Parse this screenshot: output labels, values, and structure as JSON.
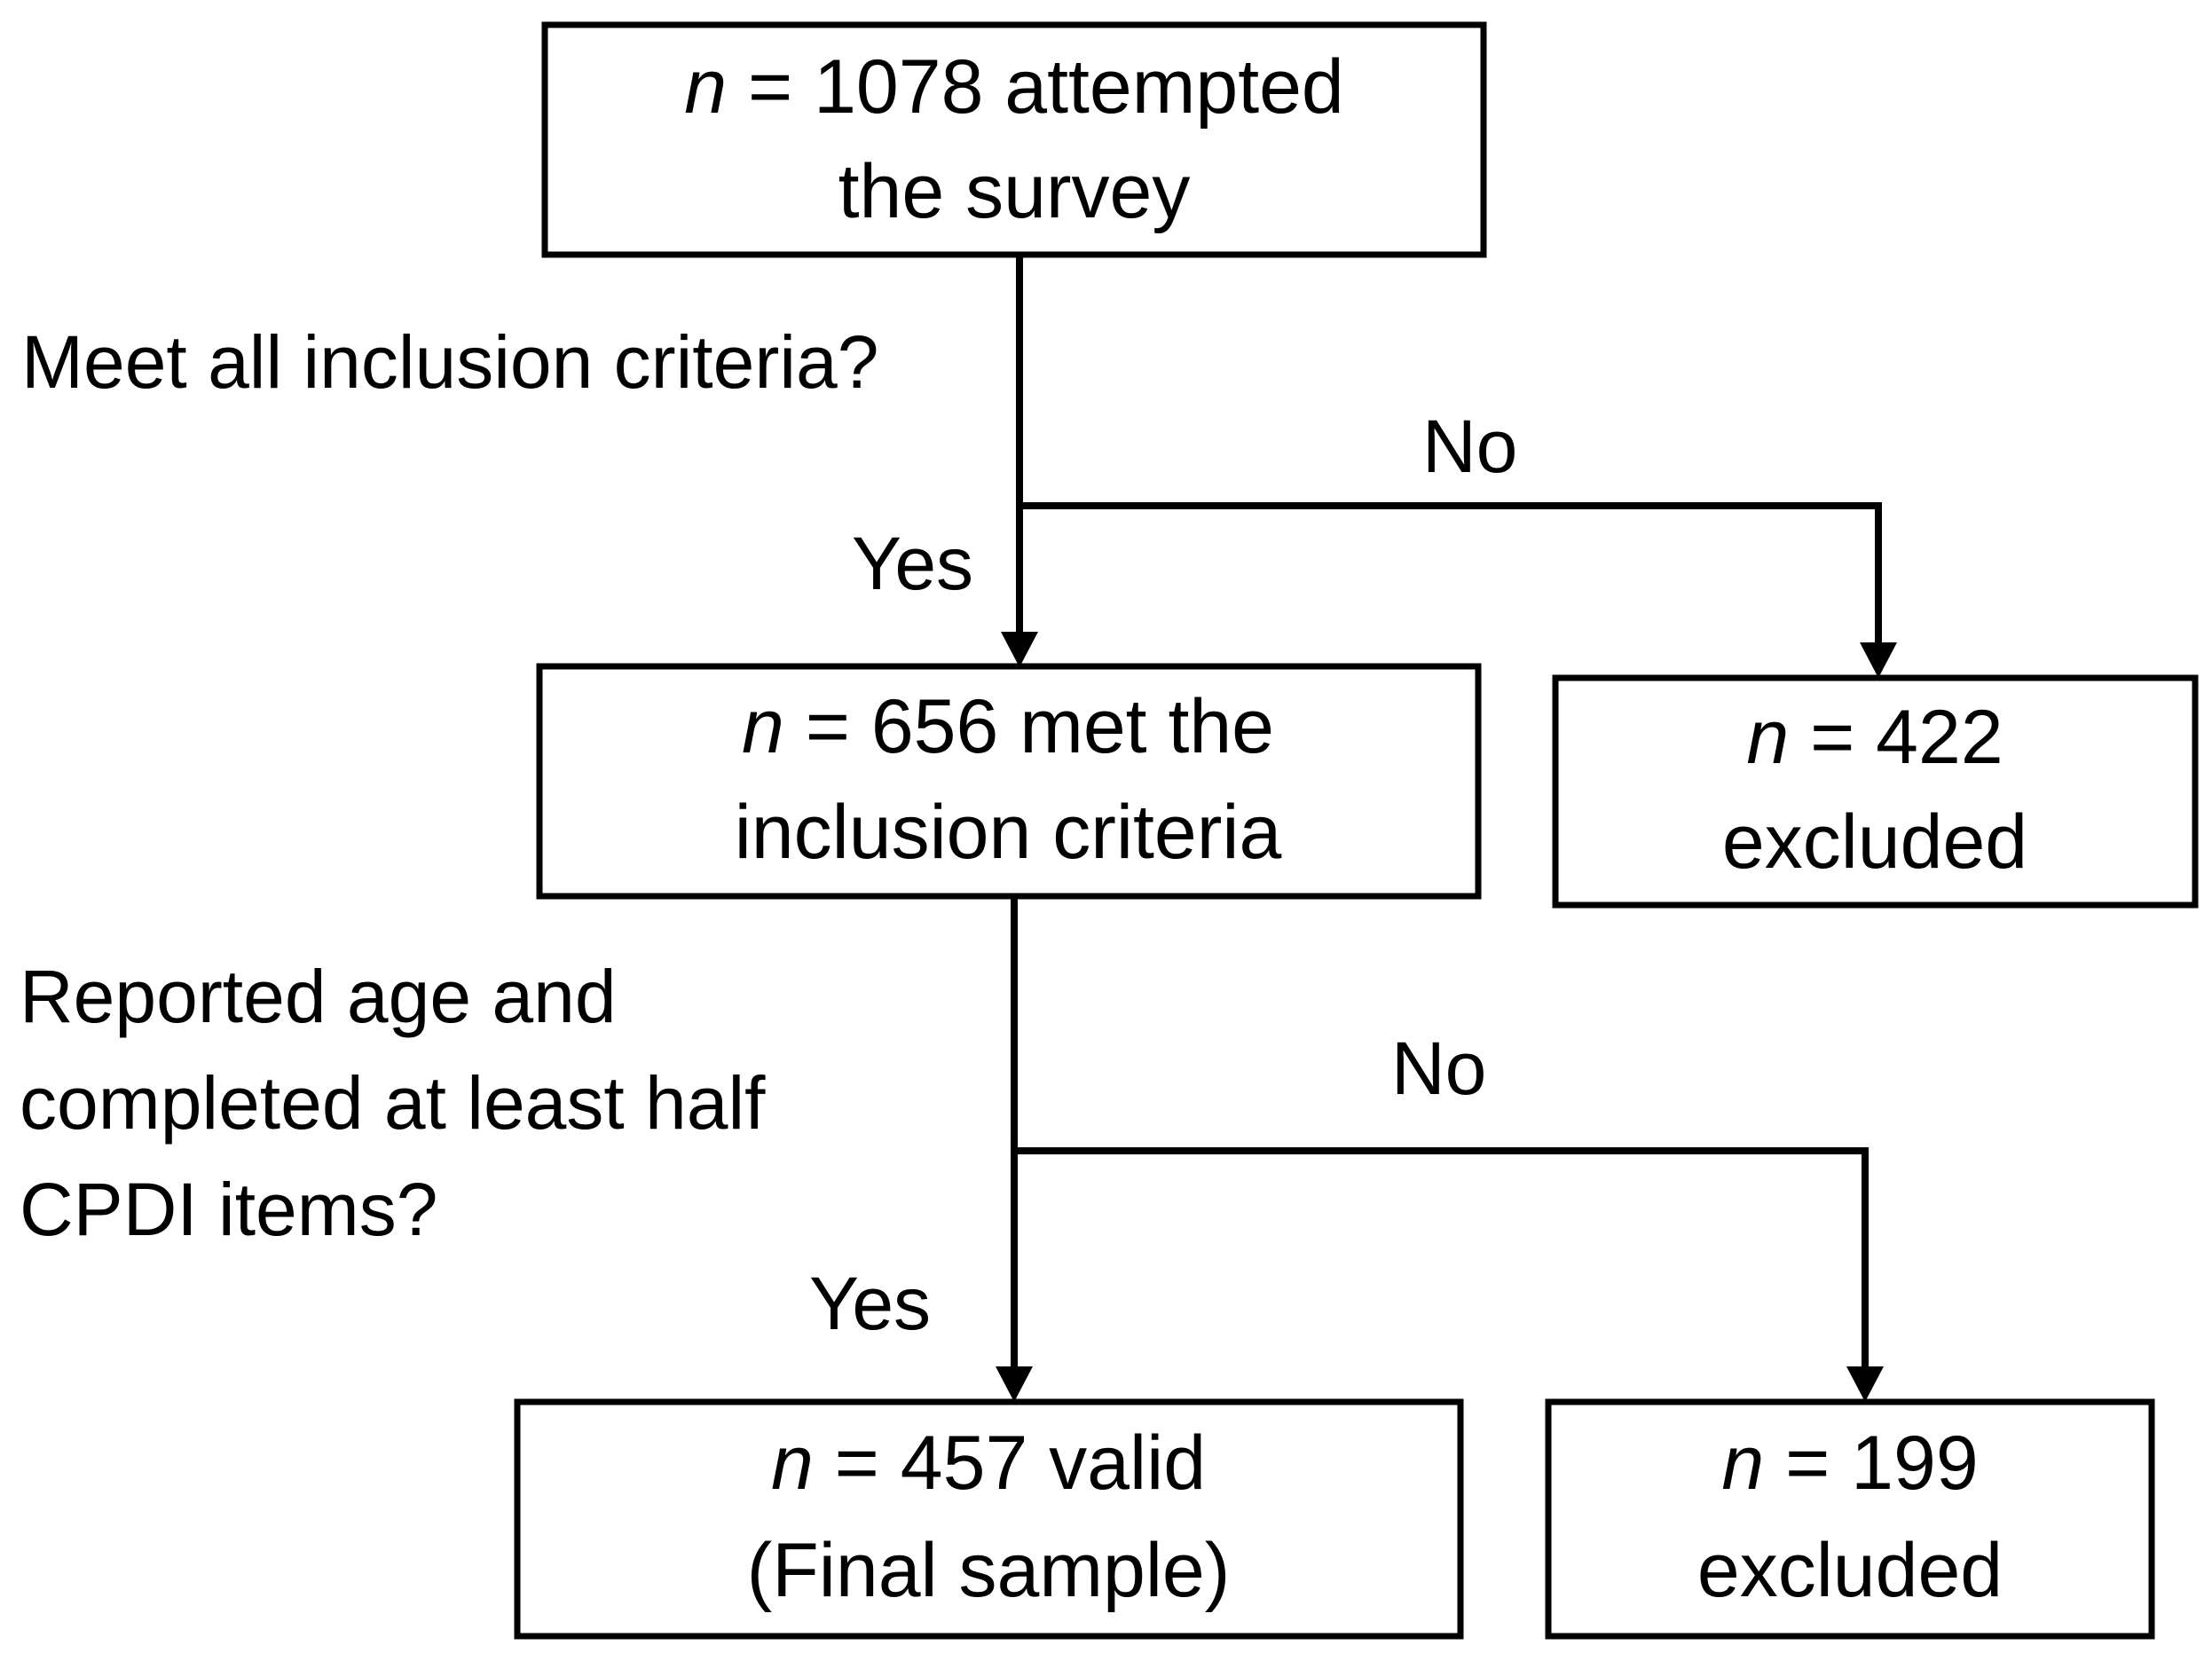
{
  "diagram": {
    "nodes": {
      "attempted": {
        "var": "n",
        "line1_rest": " = 1078 attempted",
        "line2": "the survey"
      },
      "met": {
        "var": "n",
        "line1_rest": " = 656 met the",
        "line2": "inclusion criteria"
      },
      "excluded1": {
        "var": "n",
        "line1_rest": " = 422",
        "line2": "excluded"
      },
      "valid": {
        "var": "n",
        "line1_rest": " = 457 valid",
        "line2": "(Final sample)"
      },
      "excluded2": {
        "var": "n",
        "line1_rest": " = 199",
        "line2": "excluded"
      }
    },
    "questions": {
      "q1": {
        "lines": [
          "Meet all inclusion criteria?"
        ]
      },
      "q2": {
        "lines": [
          "Reported age and",
          "completed at least half",
          "CPDI items?"
        ]
      }
    },
    "edges": {
      "yes1": "Yes",
      "no1": "No",
      "yes2": "Yes",
      "no2": "No"
    },
    "colors": {
      "stroke": "#000000",
      "background": "#ffffff"
    }
  }
}
